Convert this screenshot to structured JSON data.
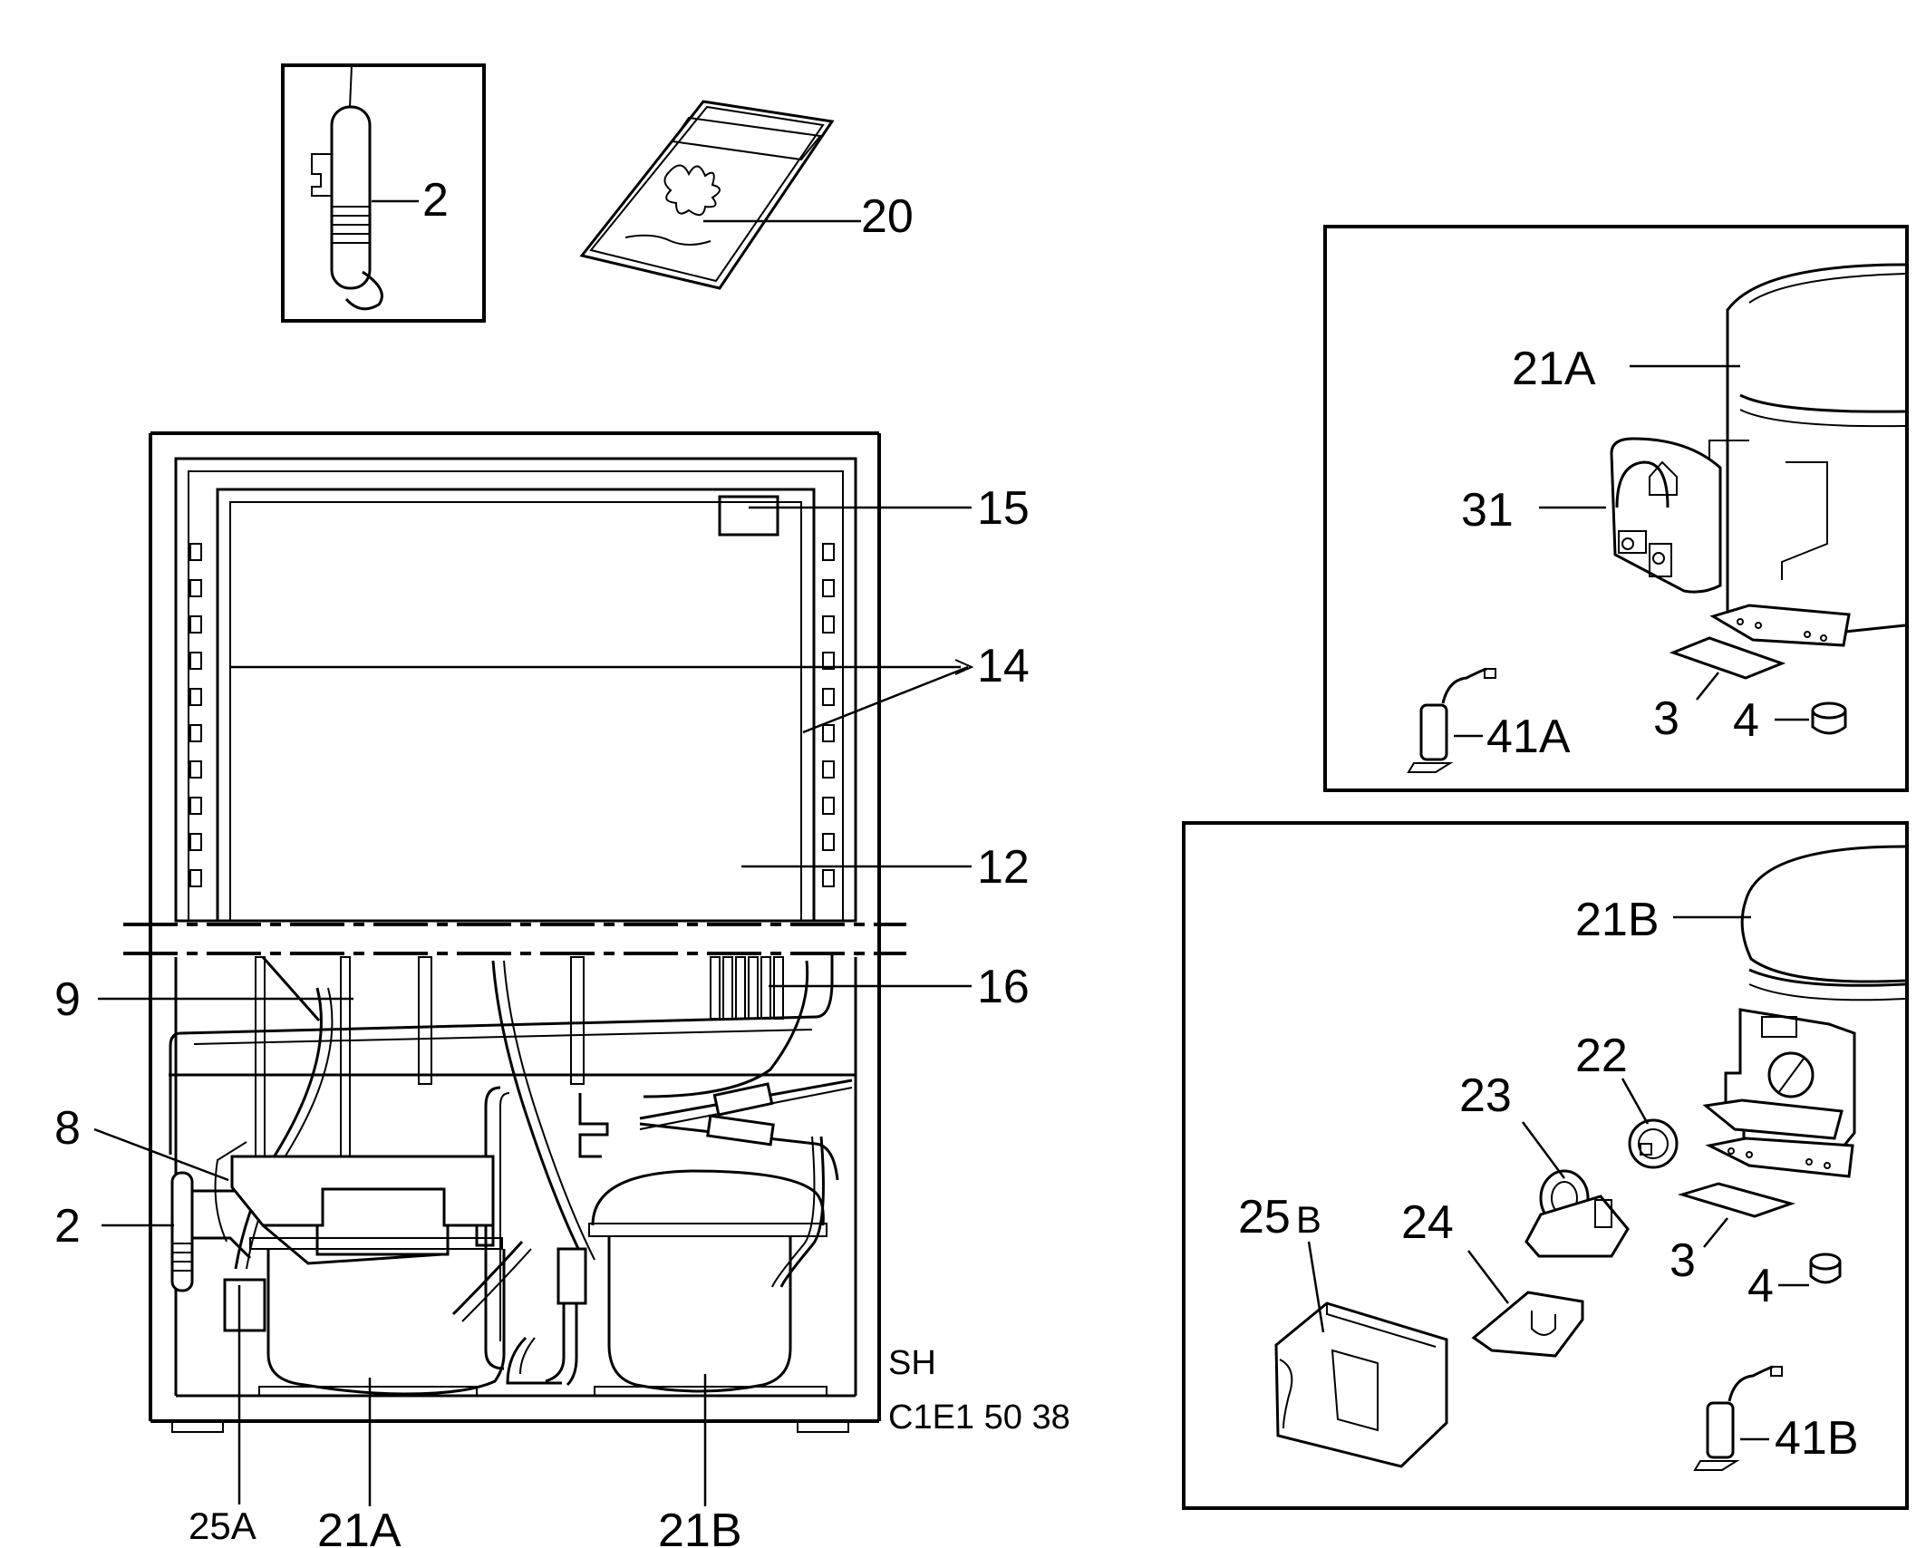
{
  "labels": {
    "l2_top": "2",
    "l20": "20",
    "l15": "15",
    "l14": "14",
    "l12": "12",
    "l16": "16",
    "l9": "9",
    "l8": "8",
    "l2_left": "2",
    "l25A": "25A",
    "l21A_bottom": "21A",
    "l21B_bottom": "21B",
    "l21A_panel": "21A",
    "l31": "31",
    "l41A": "41A",
    "l3_a": "3",
    "l4_a": "4",
    "l21B_panel": "21B",
    "l22": "22",
    "l23": "23",
    "l25_num": "25",
    "l25_letter": "B",
    "l24": "24",
    "l3_b": "3",
    "l4_b": "4",
    "l41B": "41B"
  },
  "drawing_code": {
    "line1": "SH",
    "line2": "C1E1 50 38"
  }
}
